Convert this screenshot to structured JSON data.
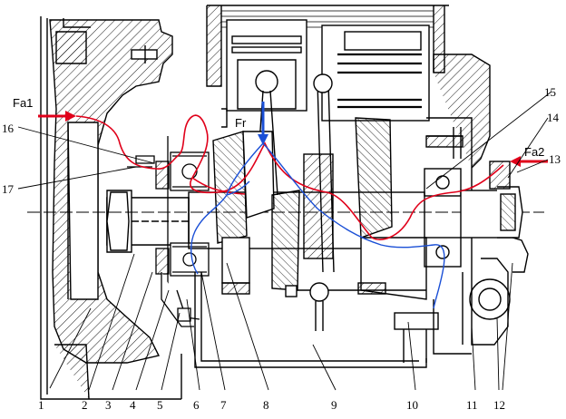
{
  "diagram": {
    "forces": {
      "fa1": "Fa1",
      "fa2": "Fa2",
      "fr": "Fr"
    },
    "part_numbers": [
      "1",
      "2",
      "3",
      "4",
      "5",
      "6",
      "7",
      "8",
      "9",
      "10",
      "11",
      "12",
      "13",
      "14",
      "15",
      "16",
      "17"
    ],
    "colors": {
      "axial_force_arrow": "#e0001a",
      "radial_force_arrow": "#1a4fd6",
      "red_load_path": "#e0001a",
      "blue_load_path": "#1a4fd6",
      "drawing_lines": "#000000"
    },
    "icons": [
      "red-arrow-icon",
      "blue-arrow-icon"
    ]
  }
}
